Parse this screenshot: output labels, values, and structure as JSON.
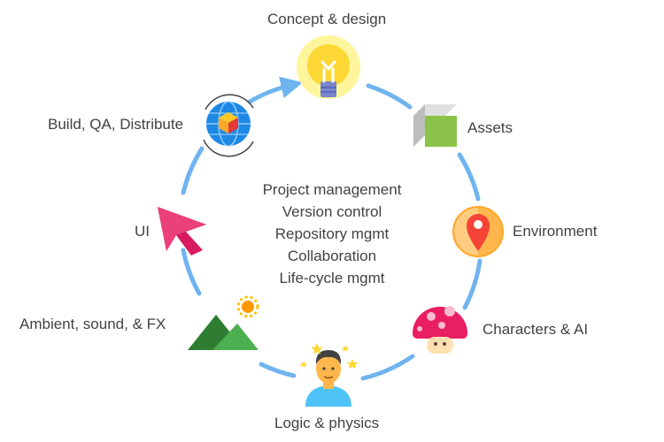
{
  "diagram": {
    "stages": [
      {
        "label": "Concept & design",
        "icon": "lightbulb-icon"
      },
      {
        "label": "Assets",
        "icon": "cube-icon"
      },
      {
        "label": "Environment",
        "icon": "map-pin-icon"
      },
      {
        "label": "Characters & AI",
        "icon": "mushroom-icon"
      },
      {
        "label": "Logic & physics",
        "icon": "dizzy-person-icon"
      },
      {
        "label": "Ambient, sound, & FX",
        "icon": "mountains-sun-icon"
      },
      {
        "label": "UI",
        "icon": "cursor-icon"
      },
      {
        "label": "Build, QA, Distribute",
        "icon": "globe-package-icon"
      }
    ],
    "center_items": [
      "Project management",
      "Version control",
      "Repository mgmt",
      "Collaboration",
      "Life-cycle mgmt"
    ],
    "colors": {
      "cycle": "#6fb4ef",
      "text": "#424242",
      "bulb": "#fdd835",
      "cube_front": "#8bc34a",
      "pin": "#f44336",
      "mushroom": "#e91e63",
      "cursor": "#d81b60",
      "mountain_dark": "#2e7d32",
      "mountain_light": "#4caf50",
      "sun": "#ff9800",
      "globe": "#1e88e5"
    }
  }
}
